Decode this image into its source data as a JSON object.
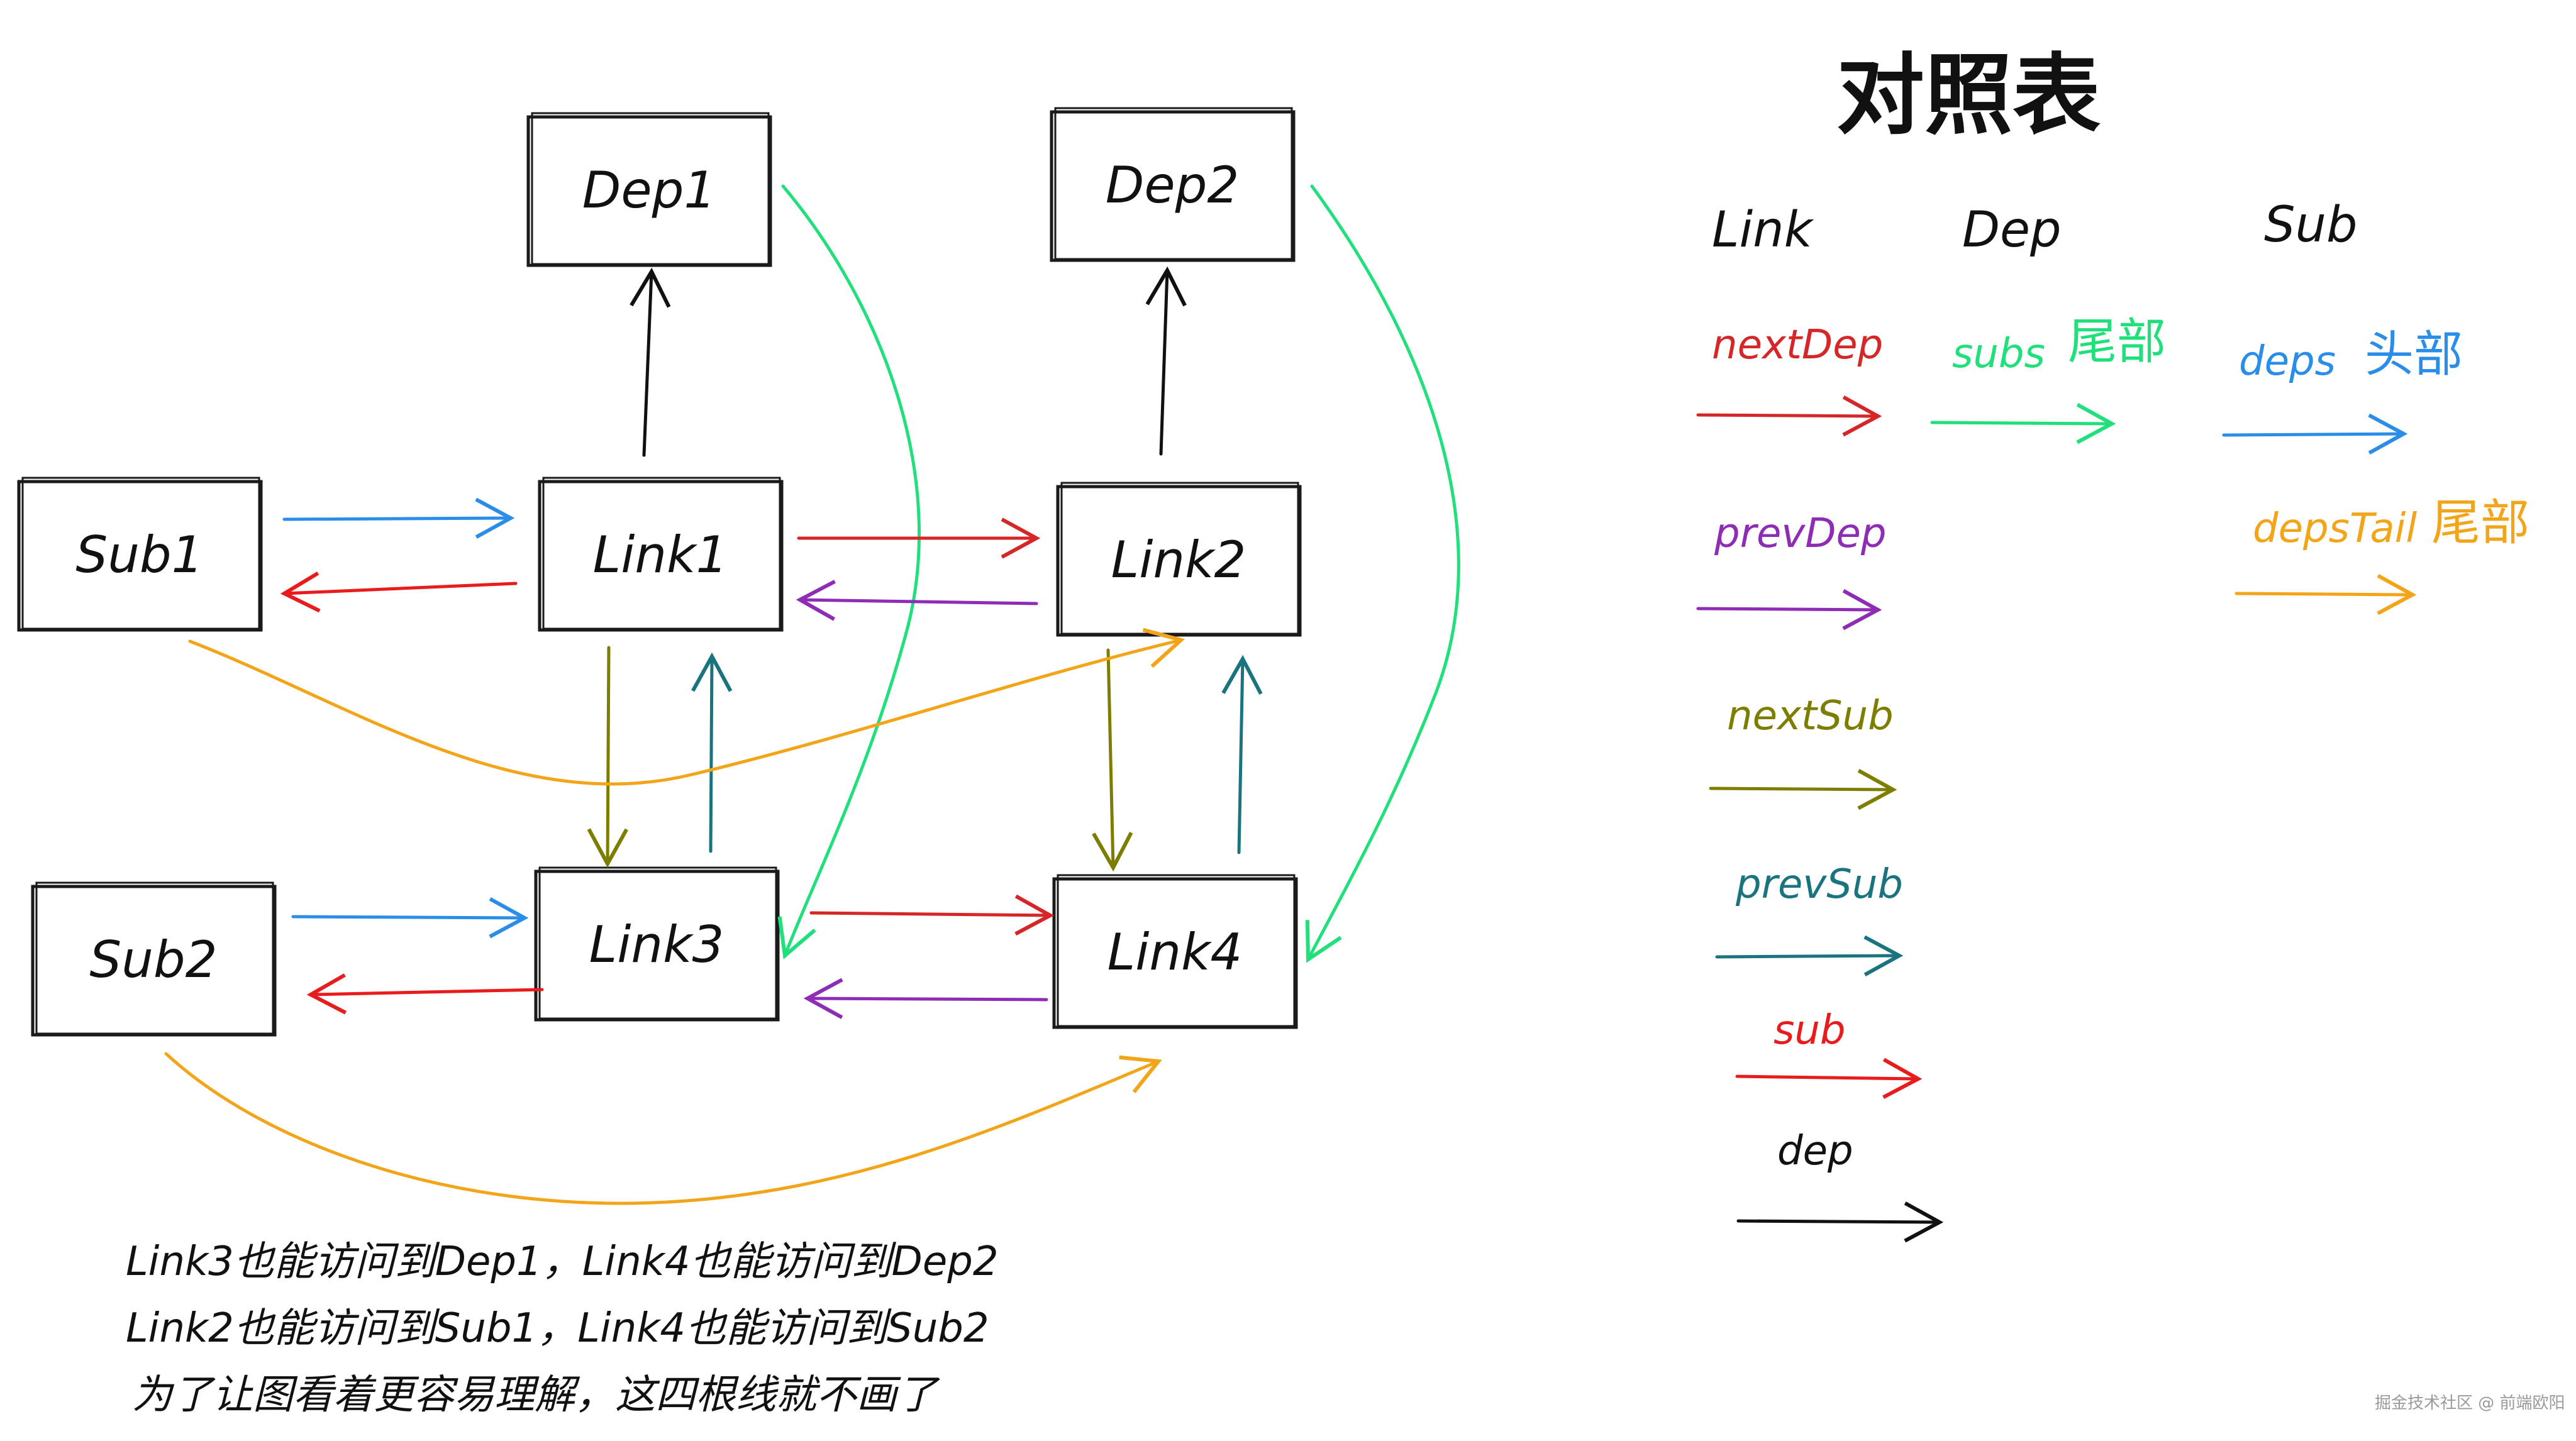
{
  "title": "对照表",
  "nodes": {
    "dep1": "Dep1",
    "dep2": "Dep2",
    "sub1": "Sub1",
    "sub2": "Sub2",
    "link1": "Link1",
    "link2": "Link2",
    "link3": "Link3",
    "link4": "Link4"
  },
  "legend": {
    "headers": {
      "link": "Link",
      "dep": "Dep",
      "sub": "Sub"
    },
    "link_items": [
      {
        "label": "nextDep",
        "color": "#d62728"
      },
      {
        "label": "prevDep",
        "color": "#8e2cb5"
      },
      {
        "label": "nextSub",
        "color": "#7d7d00"
      },
      {
        "label": "prevSub",
        "color": "#1a7480"
      },
      {
        "label": "sub",
        "color": "#e81c1c"
      },
      {
        "label": "dep",
        "color": "#111111"
      }
    ],
    "dep_items": [
      {
        "label": "subs",
        "suffix": "尾部",
        "color": "#1fe07a"
      }
    ],
    "sub_items": [
      {
        "label": "deps",
        "suffix": "头部",
        "color": "#2a8ee8"
      },
      {
        "label": "depsTail",
        "suffix": "尾部",
        "color": "#f3a51a"
      }
    ]
  },
  "notes": [
    "Link3也能访问到Dep1，Link4也能访问到Dep2",
    "Link2也能访问到Sub1，Link4也能访问到Sub2",
    "为了让图看着更容易理解，这四根线就不画了"
  ],
  "watermark": "掘金技术社区 @ 前端欧阳",
  "colors": {
    "nextDep": "#d62728",
    "prevDep": "#8e2cb5",
    "nextSub": "#7d7d00",
    "prevSub": "#1a7480",
    "sub": "#e81c1c",
    "dep": "#111111",
    "subs": "#1fe07a",
    "deps": "#2a8ee8",
    "depsTail": "#f3a51a"
  }
}
